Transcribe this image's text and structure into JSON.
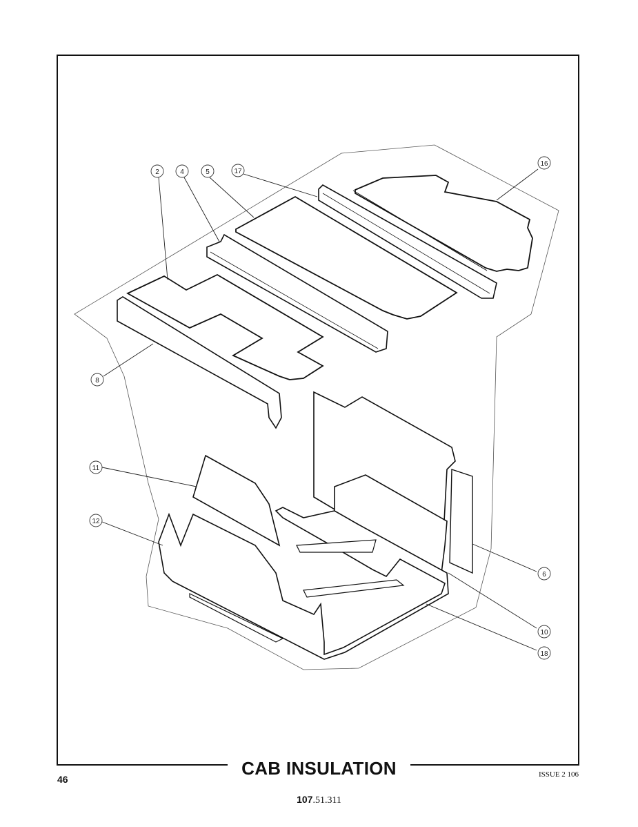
{
  "title": "CAB INSULATION",
  "page_number": "46",
  "issue": "ISSUE 2 106",
  "document_number": {
    "bold_part": "107",
    "rest": ".51.311"
  },
  "callouts": [
    {
      "id": "c2",
      "label": "2"
    },
    {
      "id": "c4",
      "label": "4"
    },
    {
      "id": "c5",
      "label": "5"
    },
    {
      "id": "c17",
      "label": "17"
    },
    {
      "id": "c16",
      "label": "16"
    },
    {
      "id": "c8",
      "label": "8"
    },
    {
      "id": "c11",
      "label": "11"
    },
    {
      "id": "c12",
      "label": "12"
    },
    {
      "id": "c6",
      "label": "6"
    },
    {
      "id": "c10",
      "label": "10"
    },
    {
      "id": "c18",
      "label": "18"
    }
  ]
}
